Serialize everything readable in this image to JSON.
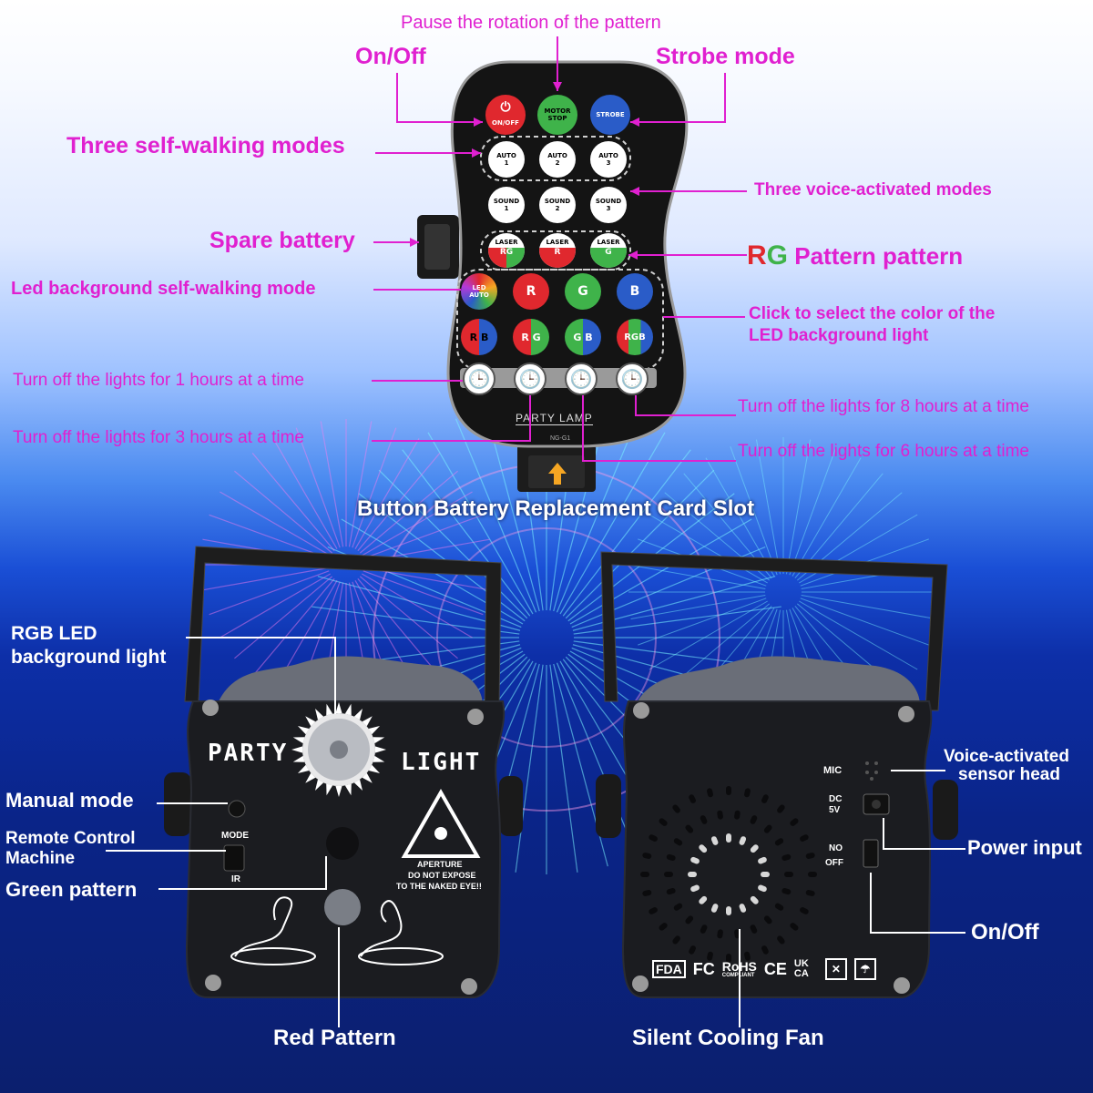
{
  "labels": {
    "pause": "Pause the rotation of the pattern",
    "on_off_top": "On/Off",
    "strobe_mode": "Strobe mode",
    "self_walking": "Three self-walking modes",
    "voice_modes": "Three voice-activated modes",
    "spare_battery": "Spare battery",
    "rg_prefix": "RG",
    "rg_pattern": "Pattern pattern",
    "led_background": "Led background self-walking mode",
    "click_select_1": "Click to select the color of the",
    "click_select_2": "LED background light",
    "off_1h": "Turn off the lights for 1 hours at a time",
    "off_8h": "Turn off the lights for 8 hours at a time",
    "off_3h": "Turn off the lights for 3 hours at a time",
    "off_6h": "Turn off the lights for 6 hours at a time",
    "battery_slot": "Button Battery Replacement Card Slot",
    "rgb_led_1": "RGB LED",
    "rgb_led_2": "background light",
    "manual_mode": "Manual mode",
    "remote_1": "Remote Control",
    "remote_2": "Machine",
    "green_pattern": "Green pattern",
    "red_pattern": "Red Pattern",
    "voice_sensor_1": "Voice-activated",
    "voice_sensor_2": "sensor head",
    "power_input": "Power input",
    "on_off_device": "On/Off",
    "silent_fan": "Silent Cooling Fan"
  },
  "remote": {
    "top_buttons": [
      {
        "text": "ON/OFF",
        "color": "#e0282e"
      },
      {
        "text": "MOTOR STOP",
        "color": "#3fb34a"
      },
      {
        "text": "STROBE",
        "color": "#2a5cc8"
      }
    ],
    "auto_buttons": [
      "AUTO 1",
      "AUTO 2",
      "AUTO 3"
    ],
    "sound_buttons": [
      "SOUND 1",
      "SOUND 2",
      "SOUND 3"
    ],
    "laser_buttons": [
      {
        "top": "LASER",
        "bottom": "RG"
      },
      {
        "top": "LASER",
        "bottom": "R"
      },
      {
        "top": "LASER",
        "bottom": "G"
      }
    ],
    "led_auto": "LED AUTO",
    "color_buttons": [
      {
        "text": "R",
        "color": "#e0282e"
      },
      {
        "text": "G",
        "color": "#3fb34a"
      },
      {
        "text": "B",
        "color": "#2a5cc8"
      }
    ],
    "mix_buttons": [
      "R B",
      "R G",
      "G B",
      "RGB"
    ],
    "brand": "PARTY LAMP",
    "model": "NG-G1"
  },
  "device_front": {
    "title_left": "PARTY",
    "title_right": "LIGHT",
    "mode_label": "MODE",
    "ir_label": "IR",
    "warning_1": "APERTURE",
    "warning_2": "DO NOT EXPOSE",
    "warning_3": "TO THE NAKED EYE!!"
  },
  "device_back": {
    "mic": "MIC",
    "dc": "DC",
    "dc_v": "5V",
    "no": "NO",
    "off": "OFF",
    "certs": [
      "FDA",
      "FC",
      "RoHS",
      "CE",
      "UK CA"
    ],
    "rohs_sub": "COMPLIANT"
  },
  "colors": {
    "accent_magenta": "#e020d0",
    "remote_body": "#141414",
    "device_body": "#1b1c20"
  }
}
